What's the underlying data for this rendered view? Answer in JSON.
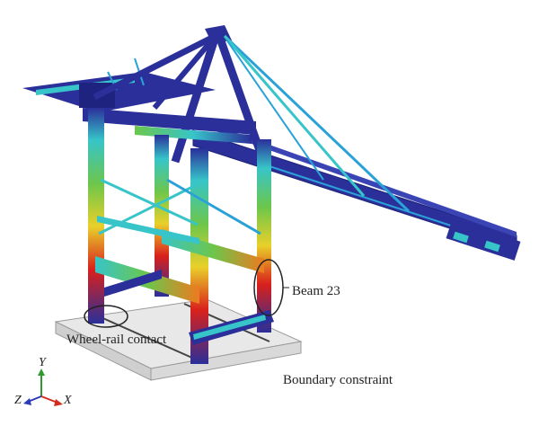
{
  "labels": {
    "beam": "Beam 23",
    "wheel_rail": "Wheel-rail contact",
    "boundary": "Boundary constraint"
  },
  "axes": {
    "y": "Y",
    "z": "Z",
    "x": "X"
  },
  "colors": {
    "structure": "#2a2f9a",
    "structure_light": "#2aa2d8",
    "stress_cyan": "#37c5c9",
    "stress_green": "#6cc64b",
    "stress_yellow": "#e9d02a",
    "stress_orange": "#ee7a1f",
    "stress_red": "#d9201c",
    "plate": "#e3e3e3",
    "axis_y": "#2e9a2e",
    "axis_x": "#d62a1e",
    "axis_z": "#2a3ab8"
  }
}
